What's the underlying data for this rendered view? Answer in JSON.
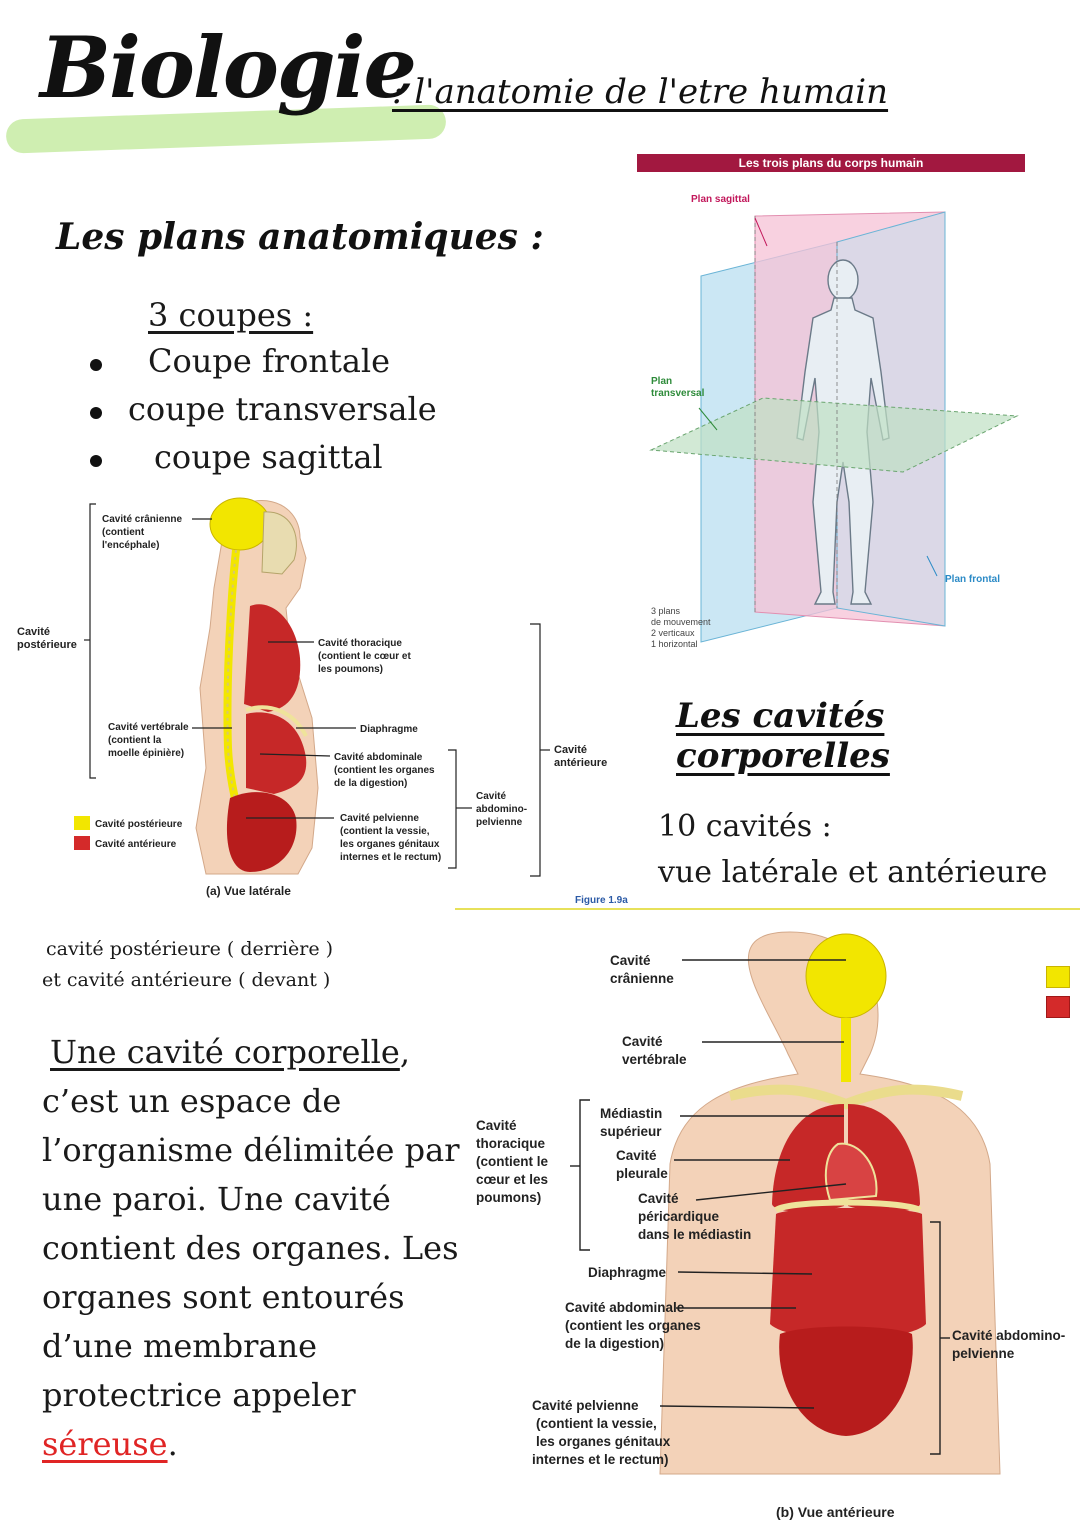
{
  "header": {
    "title": "Biologie",
    "subtitle": ": l'anatomie de l'etre humain"
  },
  "planes": {
    "heading": "Les plans anatomiques :",
    "count_label": "3 coupes :",
    "items": [
      "Coupe frontale",
      "coupe transversale",
      "coupe sagittal"
    ]
  },
  "planes_figure": {
    "header": "Les trois plans du corps humain",
    "sagittal": "Plan sagittal",
    "transversal_1": "Plan",
    "transversal_2": "transversal",
    "frontal": "Plan frontal",
    "note": [
      "3 plans",
      "de mouvement",
      "2 verticaux",
      "1 horizontal"
    ],
    "colors": {
      "header": "#a21840",
      "sagittal": "#f2b8cf",
      "frontal": "#a9d6ea",
      "transversal": "#b5d8b8"
    }
  },
  "lateral_figure": {
    "cranial": [
      "Cavité crânienne",
      "(contient",
      "l'encéphale)"
    ],
    "posterior_bracket": [
      "Cavité",
      "postérieure"
    ],
    "thoracic": [
      "Cavité thoracique",
      "(contient le cœur et",
      "les poumons)"
    ],
    "vertebral": [
      "Cavité vertébrale",
      "(contient la",
      "moelle épinière)"
    ],
    "diaphragm": "Diaphragme",
    "abdominal": [
      "Cavité abdominale",
      "(contient les organes",
      "de la digestion)"
    ],
    "abdomino_pelvic": [
      "Cavité",
      "abdomino-",
      "pelvienne"
    ],
    "anterior_bracket": [
      "Cavité",
      "antérieure"
    ],
    "pelvic": [
      "Cavité pelvienne",
      "(contient la vessie,",
      "les organes génitaux",
      "internes et le rectum)"
    ],
    "legend_posterior": "Cavité postérieure",
    "legend_anterior": "Cavité antérieure",
    "caption": "(a) Vue latérale",
    "figure_code": "Figure 1.9a",
    "colors": {
      "posterior": "#f2e600",
      "anterior": "#d42a2a"
    }
  },
  "cavities": {
    "heading": "Les cavités corporelles",
    "count": "10 cavités :",
    "views": "vue latérale et antérieure"
  },
  "note": {
    "line1": "cavité postérieure ( derrière )",
    "line2": "et cavité antérieure ( devant )"
  },
  "definition": {
    "term": "Une cavité corporelle",
    "text1": ", c’est un espace de l’organisme délimitée par une paroi. Une cavité contient des organes. Les organes sont entourés d’une membrane protectrice appeler ",
    "serous": "séreuse",
    "end": "."
  },
  "anterior_figure": {
    "cranial": [
      "Cavité",
      "crânienne"
    ],
    "vertebral": [
      "Cavité",
      "vertébrale"
    ],
    "thoracic": [
      "Cavité",
      "thoracique",
      "(contient le",
      "cœur et les",
      "poumons)"
    ],
    "mediastinum": [
      "Médiastin",
      "supérieur"
    ],
    "pleural": [
      "Cavité",
      "pleurale"
    ],
    "pericardial": [
      "Cavité",
      "péricardique",
      "dans le médiastin"
    ],
    "diaphragm": "Diaphragme",
    "abdominal": [
      "Cavité abdominale",
      "(contient les organes",
      "de la digestion)"
    ],
    "abdomino_pelvic": [
      "Cavité abdomino-",
      "pelvienne"
    ],
    "pelvic": [
      "Cavité pelvienne",
      "(contient la vessie,",
      "les organes génitaux",
      "internes et le rectum)"
    ],
    "caption": "(b) Vue antérieure"
  }
}
